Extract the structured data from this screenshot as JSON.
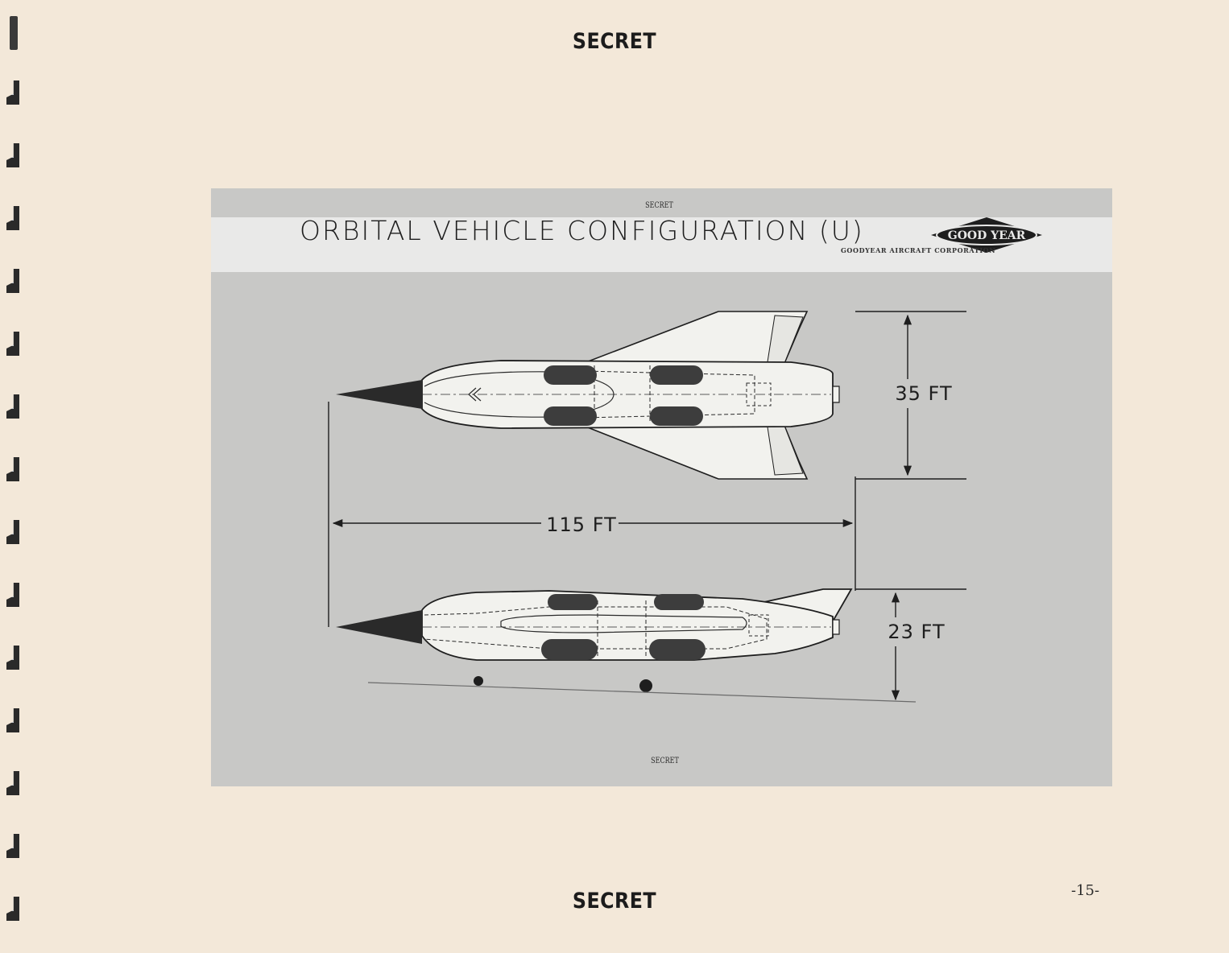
{
  "document": {
    "classification_top": "SECRET",
    "classification_bottom": "SECRET",
    "page_number": "-15-"
  },
  "figure": {
    "plate_classification_top": "SECRET",
    "plate_classification_bottom": "SECRET",
    "title": "ORBITAL VEHICLE CONFIGURATION (U)",
    "logo_text": "GOOD YEAR",
    "logo_caption": "GOODYEAR AIRCRAFT CORPORATION",
    "dimensions": {
      "span": "35 FT",
      "length": "115 FT",
      "height": "23 FT"
    }
  }
}
